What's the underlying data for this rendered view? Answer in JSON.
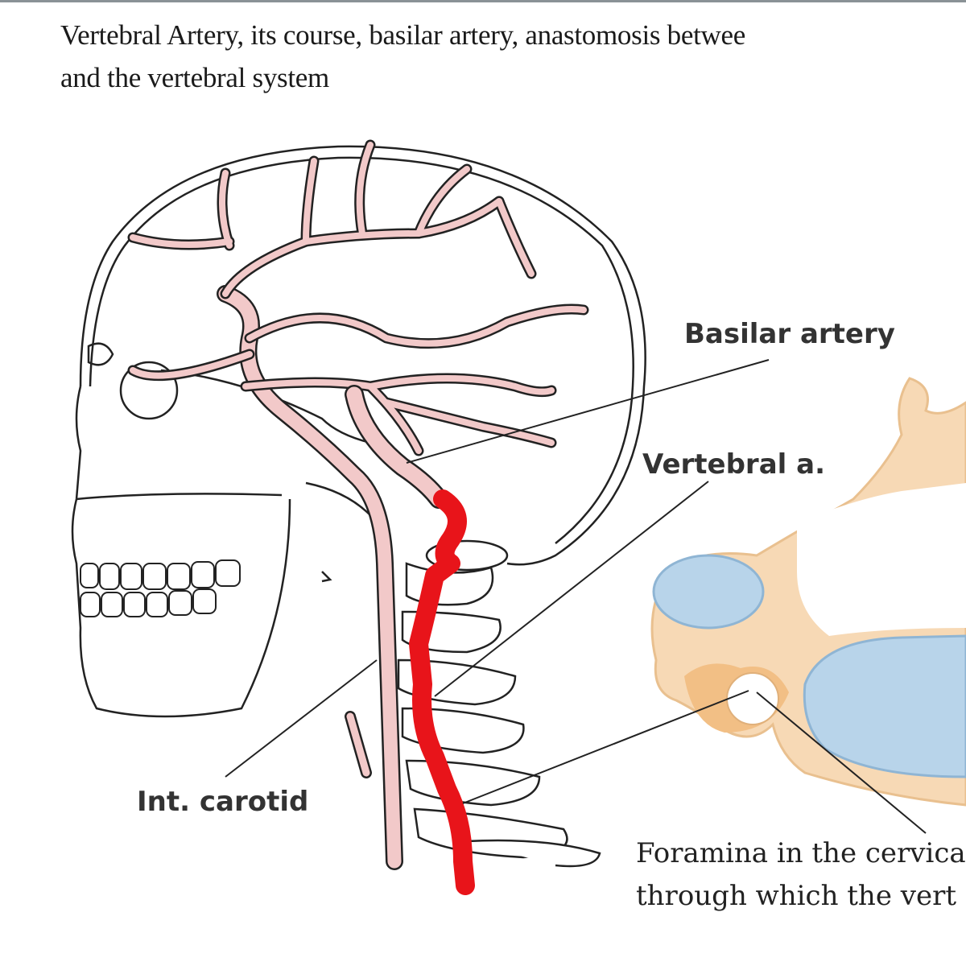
{
  "caption": {
    "line1": "Vertebral Artery, its course, basilar artery, anastomosis betwee",
    "line2": "and the vertebral system"
  },
  "labels": {
    "basilar": "Basilar artery",
    "vertebral": "Vertebral a.",
    "carotid": "Int. carotid",
    "foramina_line1": "Foramina in the cervica",
    "foramina_line2": "through which the vert"
  },
  "colors": {
    "vertebral_artery": "#e8141a",
    "carotid_and_branches": "#f2c9c9",
    "bone": "#f7d9b5",
    "canal": "#b8d4ea"
  }
}
